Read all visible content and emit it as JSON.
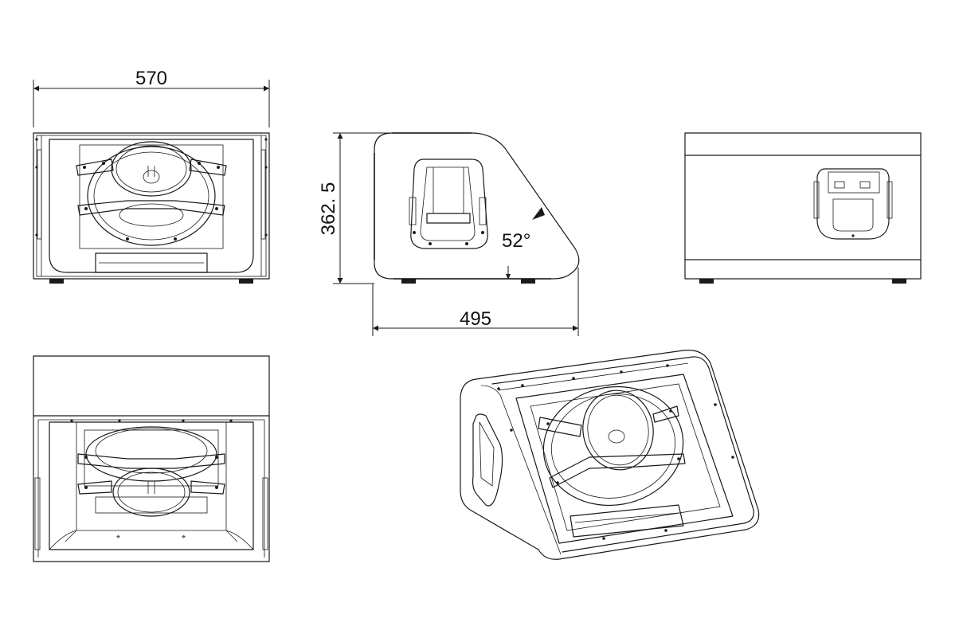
{
  "dimensions": {
    "width": "570",
    "height": "362. 5",
    "depth": "495",
    "angle": "52°"
  }
}
